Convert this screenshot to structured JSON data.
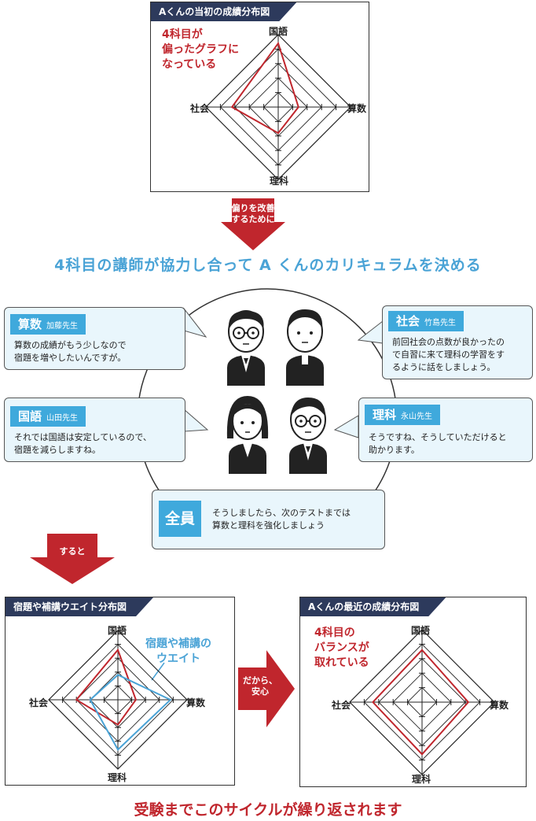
{
  "top_panel": {
    "title": "Aくんの当初の成績分布図",
    "note": "4科目が\n偏ったグラフに\nなっている",
    "axes": {
      "top": "国語",
      "right": "算数",
      "bottom": "理科",
      "left": "社会"
    }
  },
  "arrow1_text": "偏りを改善\nするために",
  "headline": "4科目の講師が協力し合って A くんのカリキュラムを決める",
  "bubbles": {
    "math": {
      "subject": "算数",
      "teacher": "加藤先生",
      "text": "算数の成績がもう少しなので\n宿題を増やしたいんですが。"
    },
    "social": {
      "subject": "社会",
      "teacher": "竹島先生",
      "text": "前回社会の点数が良かったの\nで自習に来て理科の学習をす\nるように話をしましょう。"
    },
    "japanese": {
      "subject": "国語",
      "teacher": "山田先生",
      "text": "それでは国語は安定しているので、\n宿題を減らしますね。"
    },
    "science": {
      "subject": "理科",
      "teacher": "永山先生",
      "text": "そうですね、そうしていただけると\n助かります。"
    },
    "all": {
      "subject": "全員",
      "text": "そうしましたら、次のテストまでは\n算数と理科を強化しましょう"
    }
  },
  "arrow2_text": "すると",
  "bottom_left_panel": {
    "title": "宿題や補講ウエイト分布図",
    "note": "宿題や補講の\nウエイト",
    "axes": {
      "top": "国語",
      "right": "算数",
      "bottom": "理科",
      "left": "社会"
    }
  },
  "arrow3_text": "だから、\n安心",
  "bottom_right_panel": {
    "title": "Aくんの最近の成績分布図",
    "note": "4科目の\nバランスが\n取れている",
    "axes": {
      "top": "国語",
      "right": "算数",
      "bottom": "理科",
      "left": "社会"
    }
  },
  "footer": "受験までこのサイクルが繰り返されます",
  "colors": {
    "red": "#c0262d",
    "blue": "#4aa3d6",
    "navy": "#2d3a5c",
    "bubble_bg": "#e9f6fc",
    "tag": "#3fa9dc"
  },
  "chart_data": [
    {
      "type": "radar",
      "title": "Aくんの当初の成績分布図",
      "axes": [
        "国語",
        "算数",
        "理科",
        "社会"
      ],
      "max": 5,
      "series": [
        {
          "values": [
            4.4,
            1.4,
            1.8,
            3.2
          ],
          "color": "#c0262d"
        }
      ]
    },
    {
      "type": "radar",
      "title": "宿題や補講ウエイト分布図",
      "axes": [
        "国語",
        "算数",
        "理科",
        "社会"
      ],
      "max": 5,
      "series": [
        {
          "values": [
            3.6,
            1.3,
            1.8,
            3.0
          ],
          "color": "#c0262d"
        },
        {
          "values": [
            1.8,
            3.8,
            3.6,
            2.0
          ],
          "color": "#4aa3d6"
        }
      ]
    },
    {
      "type": "radar",
      "title": "Aくんの最近の成績分布図",
      "axes": [
        "国語",
        "算数",
        "理科",
        "社会"
      ],
      "max": 5,
      "series": [
        {
          "values": [
            3.6,
            3.2,
            3.6,
            3.4
          ],
          "color": "#c0262d"
        }
      ]
    }
  ]
}
